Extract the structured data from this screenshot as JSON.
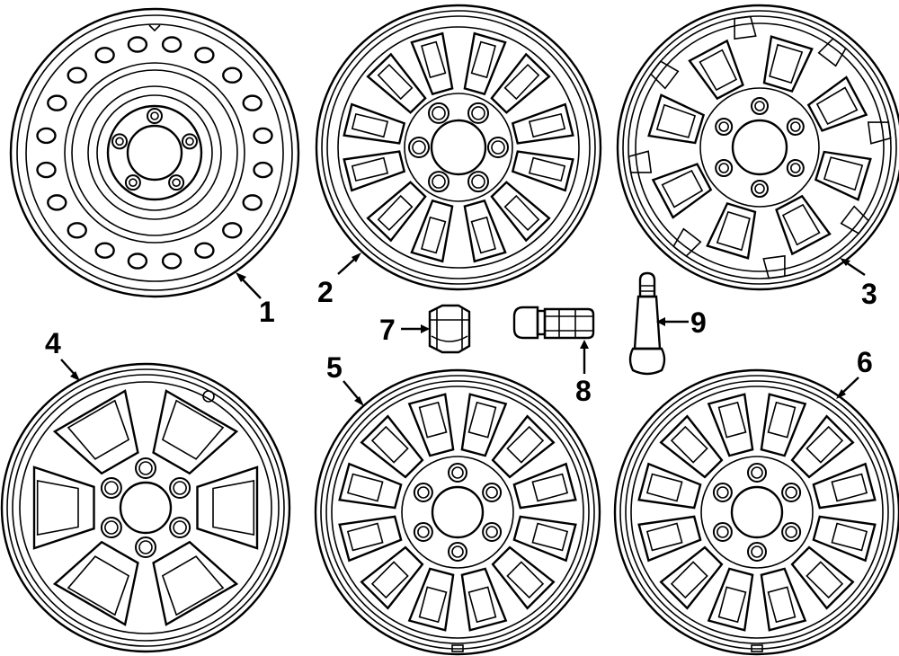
{
  "callouts": [
    {
      "id": "1",
      "label": "1"
    },
    {
      "id": "2",
      "label": "2"
    },
    {
      "id": "3",
      "label": "3"
    },
    {
      "id": "4",
      "label": "4"
    },
    {
      "id": "5",
      "label": "5"
    },
    {
      "id": "6",
      "label": "6"
    },
    {
      "id": "7",
      "label": "7"
    },
    {
      "id": "8",
      "label": "8"
    },
    {
      "id": "9",
      "label": "9"
    }
  ],
  "colors": {
    "ink": "#000000",
    "paper": "#ffffff"
  },
  "parts": [
    {
      "callout": "1",
      "kind": "steel-wheel"
    },
    {
      "callout": "2",
      "kind": "alloy-wheel-split-spoke"
    },
    {
      "callout": "3",
      "kind": "alloy-wheel-window"
    },
    {
      "callout": "4",
      "kind": "alloy-wheel-six-spoke"
    },
    {
      "callout": "5",
      "kind": "alloy-wheel-twelve-spoke"
    },
    {
      "callout": "6",
      "kind": "alloy-wheel-twelve-spoke"
    },
    {
      "callout": "7",
      "kind": "lug-nut-acorn"
    },
    {
      "callout": "8",
      "kind": "lug-nut-capped"
    },
    {
      "callout": "9",
      "kind": "valve-stem"
    }
  ]
}
